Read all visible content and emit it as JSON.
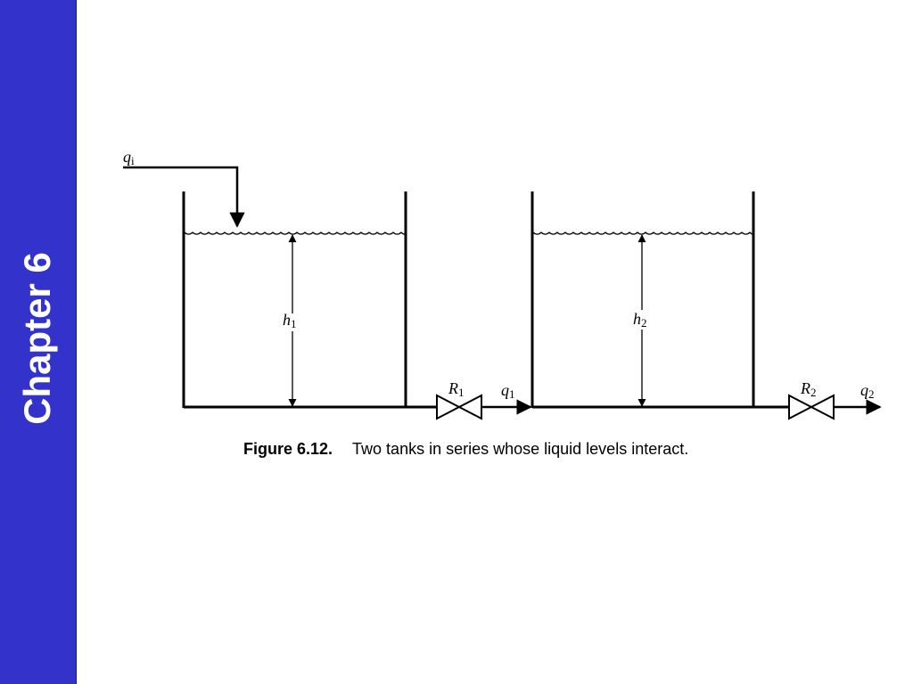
{
  "sidebar": {
    "chapter_label": "Chapter 6",
    "band_color": "#3333cc"
  },
  "figure": {
    "labels": {
      "inflow": {
        "sym": "q",
        "sub": "i"
      },
      "level1": {
        "sym": "h",
        "sub": "1"
      },
      "level2": {
        "sym": "h",
        "sub": "2"
      },
      "valve1": {
        "sym": "R",
        "sub": "1"
      },
      "flow1": {
        "sym": "q",
        "sub": "1"
      },
      "valve2": {
        "sym": "R",
        "sub": "2"
      },
      "flow2": {
        "sym": "q",
        "sub": "2"
      }
    },
    "caption": {
      "number": "Figure 6.12.",
      "text": "Two tanks in series whose liquid levels interact."
    }
  }
}
